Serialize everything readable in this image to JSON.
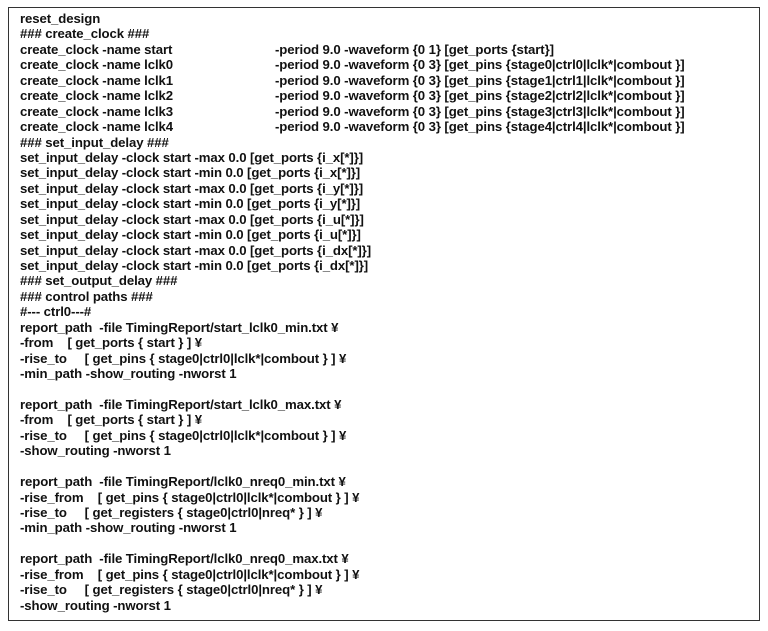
{
  "lines": [
    {
      "a": "reset_design"
    },
    {
      "a": "### create_clock ###"
    },
    {
      "a": "create_clock -name start",
      "b": "-period 9.0 -waveform {0 1} [get_ports {start}]"
    },
    {
      "a": "create_clock -name lclk0",
      "b": "-period 9.0 -waveform {0 3} [get_pins {stage0|ctrl0|lclk*|combout }]"
    },
    {
      "a": "create_clock -name lclk1",
      "b": "-period 9.0 -waveform {0 3} [get_pins {stage1|ctrl1|lclk*|combout }]"
    },
    {
      "a": "create_clock -name lclk2",
      "b": "-period 9.0 -waveform {0 3} [get_pins {stage2|ctrl2|lclk*|combout }]"
    },
    {
      "a": "create_clock -name lclk3",
      "b": "-period 9.0 -waveform {0 3} [get_pins {stage3|ctrl3|lclk*|combout }]"
    },
    {
      "a": "create_clock -name lclk4",
      "b": "-period 9.0 -waveform {0 3} [get_pins {stage4|ctrl4|lclk*|combout }]"
    },
    {
      "a": "### set_input_delay ###"
    },
    {
      "a": "set_input_delay -clock start -max 0.0 [get_ports {i_x[*]}]"
    },
    {
      "a": "set_input_delay -clock start -min 0.0 [get_ports {i_x[*]}]"
    },
    {
      "a": "set_input_delay -clock start -max 0.0 [get_ports {i_y[*]}]"
    },
    {
      "a": "set_input_delay -clock start -min 0.0 [get_ports {i_y[*]}]"
    },
    {
      "a": "set_input_delay -clock start -max 0.0 [get_ports {i_u[*]}]"
    },
    {
      "a": "set_input_delay -clock start -min 0.0 [get_ports {i_u[*]}]"
    },
    {
      "a": "set_input_delay -clock start -max 0.0 [get_ports {i_dx[*]}]"
    },
    {
      "a": "set_input_delay -clock start -min 0.0 [get_ports {i_dx[*]}]"
    },
    {
      "a": "### set_output_delay ###"
    },
    {
      "a": "### control paths ###"
    },
    {
      "a": "#--- ctrl0---#"
    },
    {
      "a": "report_path  -file TimingReport/start_lclk0_min.txt ¥"
    },
    {
      "a": "-from    [ get_ports { start } ] ¥"
    },
    {
      "a": "-rise_to     [ get_pins { stage0|ctrl0|lclk*|combout } ] ¥"
    },
    {
      "a": "-min_path -show_routing -nworst 1"
    },
    {
      "a": ""
    },
    {
      "a": "report_path  -file TimingReport/start_lclk0_max.txt ¥"
    },
    {
      "a": "-from    [ get_ports { start } ] ¥"
    },
    {
      "a": "-rise_to     [ get_pins { stage0|ctrl0|lclk*|combout } ] ¥"
    },
    {
      "a": "-show_routing -nworst 1"
    },
    {
      "a": ""
    },
    {
      "a": "report_path  -file TimingReport/lclk0_nreq0_min.txt ¥"
    },
    {
      "a": "-rise_from    [ get_pins { stage0|ctrl0|lclk*|combout } ] ¥"
    },
    {
      "a": "-rise_to     [ get_registers { stage0|ctrl0|nreq* } ] ¥"
    },
    {
      "a": "-min_path -show_routing -nworst 1"
    },
    {
      "a": ""
    },
    {
      "a": "report_path  -file TimingReport/lclk0_nreq0_max.txt ¥"
    },
    {
      "a": "-rise_from    [ get_pins { stage0|ctrl0|lclk*|combout } ] ¥"
    },
    {
      "a": "-rise_to     [ get_registers { stage0|ctrl0|nreq* } ] ¥"
    },
    {
      "a": "-show_routing -nworst 1"
    }
  ]
}
